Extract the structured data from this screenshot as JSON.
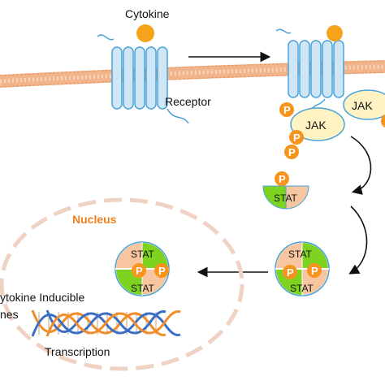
{
  "labels": {
    "cytokine": "Cytokine",
    "receptor": "Receptor",
    "nucleus": "Nucleus",
    "cytokine_inducible_line1": "ytokine Inducible",
    "cytokine_inducible_line2": "nes",
    "transcription": "Transcription",
    "jak": "JAK",
    "stat": "STAT",
    "phospho": "P"
  },
  "colors": {
    "membrane": "#f2b48a",
    "receptor_fill": "#cfe6f7",
    "receptor_stroke": "#4aa3d8",
    "cytokine": "#f5a31a",
    "phospho": "#f7941d",
    "jak_fill": "#fff3c4",
    "stat_green": "#7ed321",
    "stat_peach": "#f7c6a0",
    "nucleus_label": "#f07f1e",
    "nucleus_outline": "#f0d2c4",
    "dna_orange": "#f28c28",
    "dna_blue": "#3a6fc4"
  }
}
